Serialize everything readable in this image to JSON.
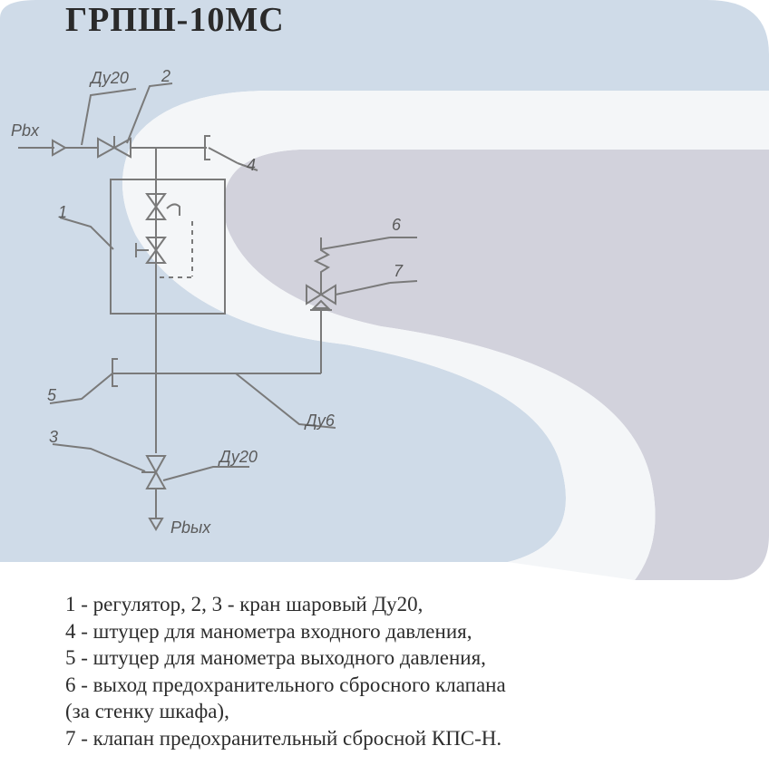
{
  "title": "ГРПШ-10МС",
  "labels": {
    "du20_top": "Ду20",
    "num2": "2",
    "pvh": "Pbx",
    "num4": "4",
    "num1": "1",
    "num6": "6",
    "num7": "7",
    "num5": "5",
    "du6": "Ду6",
    "num3": "3",
    "du20_bottom": "Ду20",
    "pvyh": "Pbых"
  },
  "legend": [
    "1 - регулятор, 2, 3 - кран шаровый Ду20,",
    "4 - штуцер для манометра входного давления,",
    "5 - штуцер для манометра выходного давления,",
    "6 - выход предохранительного сбросного клапана",
    "(за стенку шкафа),",
    "7 - клапан предохранительный сбросной КПС-Н."
  ],
  "colors": {
    "background_blue": "#cfdbe8",
    "background_gray": "#d2d2dc",
    "line": "#7a7a7a"
  }
}
